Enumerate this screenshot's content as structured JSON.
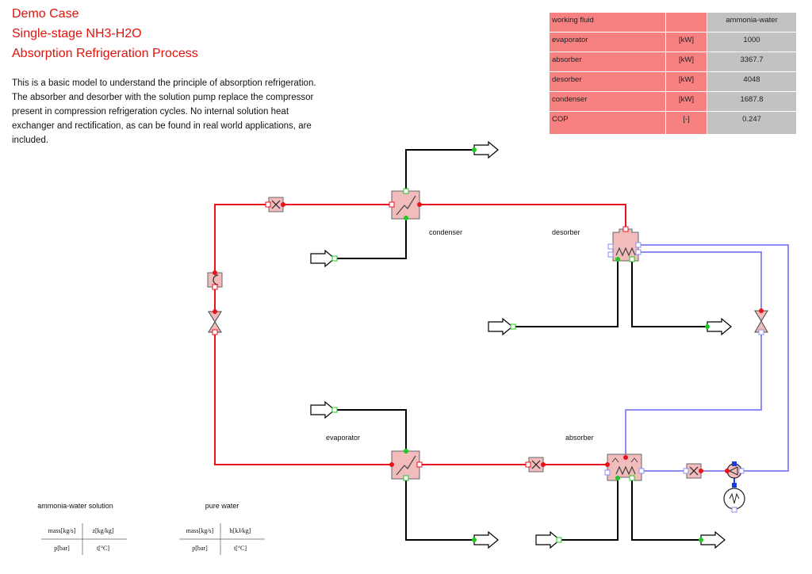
{
  "header": {
    "line1": "Demo Case",
    "line2": "Single-stage NH3-H2O",
    "line3": "Absorption Refrigeration Process"
  },
  "description": "This is a basic model to understand the principle of absorption refrigeration. The absorber and desorber with the solution pump replace the compressor present in compression refrigeration cycles. No internal solution heat exchanger and rectification, as can be found in real world applications, are included.",
  "results": {
    "header": {
      "label": "working fluid",
      "unit": "",
      "value": "ammonia-water"
    },
    "rows": [
      {
        "label": "evaporator",
        "unit": "[kW]",
        "value": "1000"
      },
      {
        "label": "absorber",
        "unit": "[kW]",
        "value": "3367.7"
      },
      {
        "label": "desorber",
        "unit": "[kW]",
        "value": "4048"
      },
      {
        "label": "condenser",
        "unit": "[kW]",
        "value": "1687.8"
      },
      {
        "label": "COP",
        "unit": "[-]",
        "value": "0.247"
      }
    ]
  },
  "components": {
    "condenser": "condenser",
    "desorber": "desorber",
    "evaporator": "evaporator",
    "absorber": "absorber"
  },
  "legends": {
    "solution": {
      "title": "ammonia-water solution",
      "top_left": "mass[kg/s]",
      "top_right": "z[kg/kg]",
      "bottom_left": "p[bar]",
      "bottom_right": "t[°C]"
    },
    "water": {
      "title": "pure water",
      "top_left": "mass[kg/s]",
      "top_right": "h[kJ/kg]",
      "bottom_left": "p[bar]",
      "bottom_right": "t[°C]"
    }
  },
  "colors": {
    "refrigerant": "#e8121c",
    "solution": "#8c8cf0",
    "water": "#000000",
    "component_fill": "#f2bcbc",
    "port_green": "#1ec81e",
    "title_red": "#e3120b"
  }
}
